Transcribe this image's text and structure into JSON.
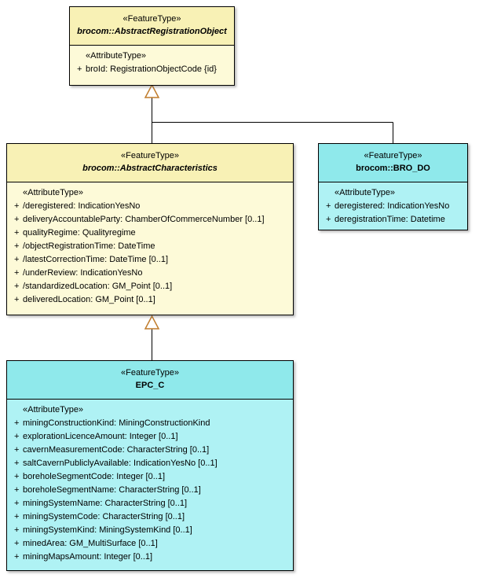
{
  "diagram_type": "uml-class-diagram",
  "classes": [
    {
      "stereotype": "«FeatureType»",
      "name": "brocom::AbstractRegistrationObject",
      "abstract": true,
      "attr_header": "«AttributeType»",
      "attributes": [
        {
          "vis": "+",
          "text": "broId: RegistrationObjectCode {id}"
        }
      ]
    },
    {
      "stereotype": "«FeatureType»",
      "name": "brocom::AbstractCharacteristics",
      "abstract": true,
      "attr_header": "«AttributeType»",
      "attributes": [
        {
          "vis": "+",
          "text": "/deregistered: IndicationYesNo"
        },
        {
          "vis": "+",
          "text": "deliveryAccountableParty: ChamberOfCommerceNumber [0..1]"
        },
        {
          "vis": "+",
          "text": "qualityRegime: Qualityregime"
        },
        {
          "vis": "+",
          "text": "/objectRegistrationTime: DateTime"
        },
        {
          "vis": "+",
          "text": "/latestCorrectionTime: DateTime [0..1]"
        },
        {
          "vis": "+",
          "text": "/underReview: IndicationYesNo"
        },
        {
          "vis": "+",
          "text": "/standardizedLocation: GM_Point [0..1]"
        },
        {
          "vis": "+",
          "text": "deliveredLocation: GM_Point [0..1]"
        }
      ]
    },
    {
      "stereotype": "«FeatureType»",
      "name": "brocom::BRO_DO",
      "abstract": false,
      "attr_header": "«AttributeType»",
      "attributes": [
        {
          "vis": "+",
          "text": "deregistered: IndicationYesNo"
        },
        {
          "vis": "+",
          "text": "deregistrationTime: Datetime"
        }
      ]
    },
    {
      "stereotype": "«FeatureType»",
      "name": "EPC_C",
      "abstract": false,
      "attr_header": "«AttributeType»",
      "attributes": [
        {
          "vis": "+",
          "text": "miningConstructionKind: MiningConstructionKind"
        },
        {
          "vis": "+",
          "text": "explorationLicenceAmount: Integer [0..1]"
        },
        {
          "vis": "+",
          "text": "cavernMeasurementCode: CharacterString [0..1]"
        },
        {
          "vis": "+",
          "text": "saltCavernPubliclyAvailable: IndicationYesNo [0..1]"
        },
        {
          "vis": "+",
          "text": "boreholeSegmentCode: Integer [0..1]"
        },
        {
          "vis": "+",
          "text": "boreholeSegmentName: CharacterString [0..1]"
        },
        {
          "vis": "+",
          "text": "miningSystemName: CharacterString [0..1]"
        },
        {
          "vis": "+",
          "text": "miningSystemCode: CharacterString [0..1]"
        },
        {
          "vis": "+",
          "text": "miningSystemKind: MiningSystemKind [0..1]"
        },
        {
          "vis": "+",
          "text": "minedArea: GM_MultiSurface [0..1]"
        },
        {
          "vis": "+",
          "text": "miningMapsAmount: Integer [0..1]"
        }
      ]
    }
  ],
  "relationships": [
    {
      "type": "generalization",
      "from": "brocom::AbstractCharacteristics",
      "to": "brocom::AbstractRegistrationObject"
    },
    {
      "type": "generalization",
      "from": "brocom::BRO_DO",
      "to": "brocom::AbstractRegistrationObject"
    },
    {
      "type": "generalization",
      "from": "EPC_C",
      "to": "brocom::AbstractCharacteristics"
    }
  ],
  "colors": {
    "class_yellow_header": "#F8F1B5",
    "class_yellow_body": "#FDFAD8",
    "class_cyan_header": "#8FE9EB",
    "class_cyan_body": "#AFF2F4",
    "border": "#000000",
    "generalization_arrowhead": "#C07C2C",
    "connector_line": "#000000"
  }
}
